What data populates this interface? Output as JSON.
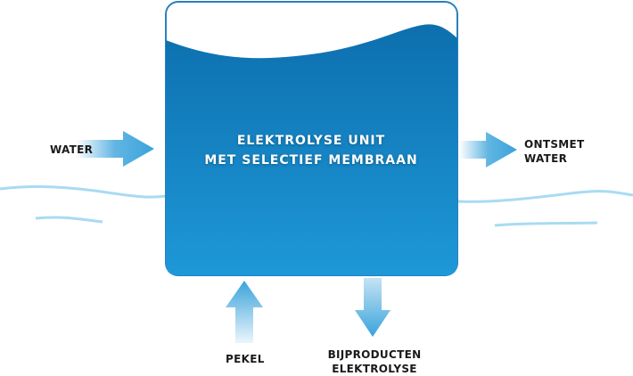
{
  "unit": {
    "line1": "ELEKTROLYSE UNIT",
    "line2": "MET SELECTIEF MEMBRAAN"
  },
  "inputs": {
    "water": "WATER",
    "pekel": "PEKEL"
  },
  "outputs": {
    "water_line1": "ONTSMET",
    "water_line2": "WATER",
    "byproducts_line1": "BIJPRODUCTEN",
    "byproducts_line2": "ELEKTROLYSE"
  },
  "colors": {
    "tank_top": "#0d6fae",
    "tank_bottom": "#1e98d8",
    "arrow": "#3aa3db",
    "wave": "#a9dbf2"
  }
}
